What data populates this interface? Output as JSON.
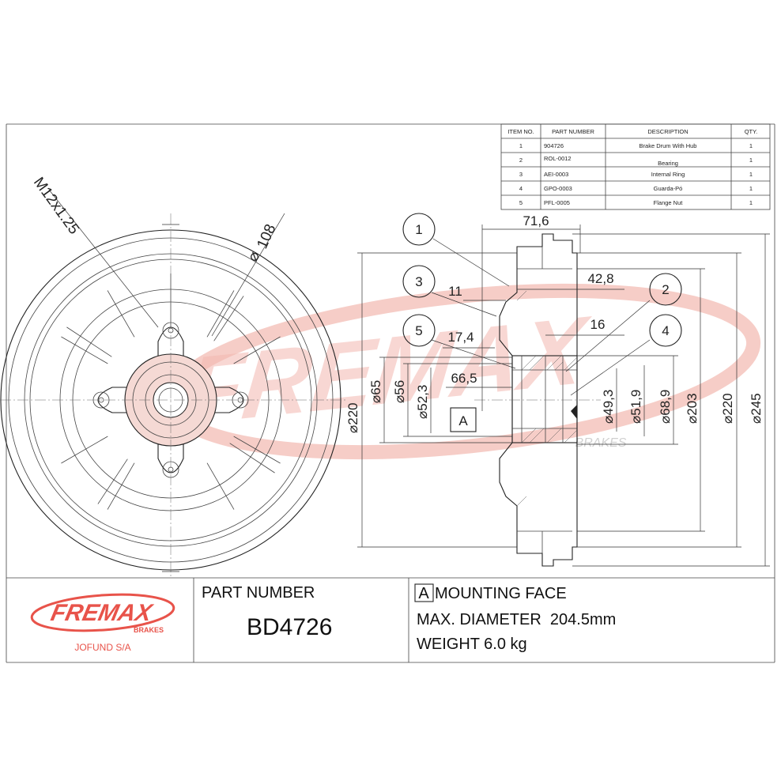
{
  "parts_table": {
    "headers": [
      "ITEM NO.",
      "PART NUMBER",
      "DESCRIPTION",
      "QTY."
    ],
    "rows": [
      [
        "1",
        "904726",
        "Brake Drum With Hub",
        "1"
      ],
      [
        "2",
        "ROL-0012",
        "Bearing",
        "1"
      ],
      [
        "3",
        "AEI-0003",
        "Internal Ring",
        "1"
      ],
      [
        "4",
        "GPO-0003",
        "Guarda-Pó",
        "1"
      ],
      [
        "5",
        "PFL-0005",
        "Flange Nut",
        "1"
      ]
    ]
  },
  "front_view": {
    "thread_label": "M12x1.25",
    "bolt_circle_label": "108"
  },
  "section_view": {
    "dimensions": {
      "d71_6": "71,6",
      "d42_8": "42,8",
      "d11": "11",
      "d16": "16",
      "d17_4": "17,4",
      "d66_5": "66,5",
      "d220_left": "220",
      "d65": "65",
      "d56": "56",
      "d52_3": "52,3",
      "d49_3": "49,3",
      "d51_9": "51,9",
      "d68_9": "68,9",
      "d203": "203",
      "d220_right": "220",
      "d245": "245"
    },
    "balloons": [
      "1",
      "2",
      "3",
      "4",
      "5"
    ],
    "datum_label": "A"
  },
  "watermark": {
    "brand": "FREMAX",
    "sub": "BRAKES"
  },
  "title_block": {
    "logo_text": "FREMAX",
    "logo_sub": "BRAKES",
    "company": "JOFUND S/A",
    "part_number_label": "PART NUMBER",
    "part_number": "BD4726",
    "datum_box": "A",
    "mounting_face": "MOUNTING FACE",
    "max_diameter": "MAX. DIAMETER  204.5mm",
    "weight": "WEIGHT 6.0 kg"
  },
  "colors": {
    "line": "#222222",
    "brand_red": "#e8534a",
    "watermark_red": "#f3b8b0",
    "hub_fill": "#f5d9d4"
  }
}
